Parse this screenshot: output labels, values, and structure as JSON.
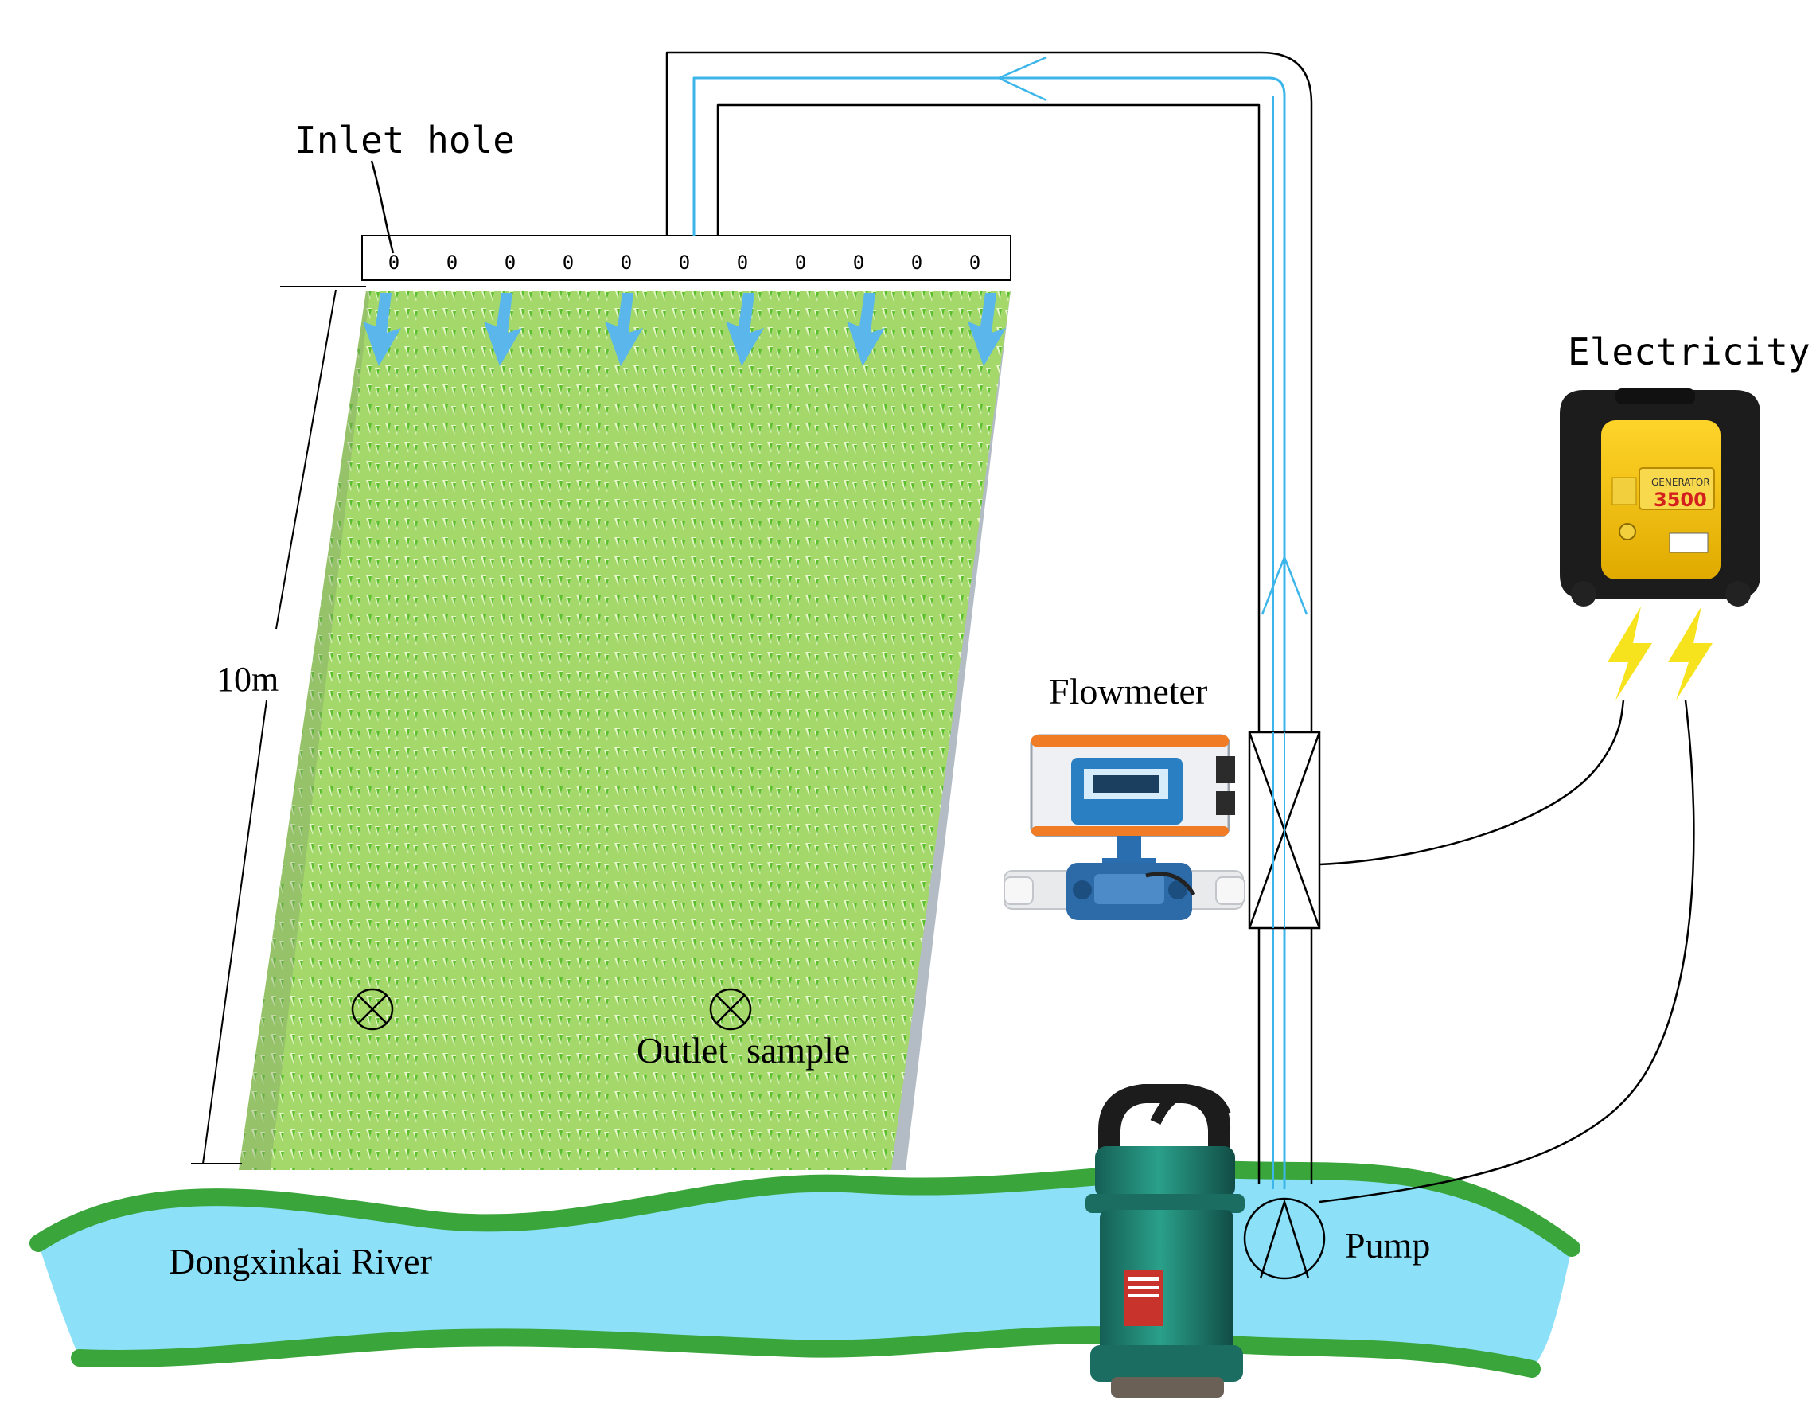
{
  "labels": {
    "inlet_hole": "Inlet hole",
    "height": "10m",
    "outlet_sample": "Outlet  sample",
    "flowmeter": "Flowmeter",
    "electricity": "Electricity",
    "pump": "Pump",
    "river": "Dongxinkai River"
  },
  "inlet_holes": 11,
  "inlet_hole_glyph": "0",
  "arrow_count": 6,
  "outlet_sample_points": 2,
  "colors": {
    "wall_green": "#a4d86a",
    "wall_mark": "#5bbf2e",
    "wall_side": "#b3bcc5",
    "flow_arrow": "#5bb6ec",
    "water_line": "#3cb6ea",
    "river_water": "#8ce0f8",
    "river_bank": "#3aa53a",
    "bolt_yellow": "#f6e21d",
    "generator_yellow": "#f5c400",
    "pump_teal": "#1f8a78",
    "flowmeter_blue": "#2a7fc2"
  },
  "icons": [
    "inlet-arrow-icon",
    "sample-point-icon",
    "valve-icon",
    "pump-symbol-icon",
    "lightning-bolt-icon",
    "generator-icon",
    "flowmeter-icon",
    "submersible-pump-icon"
  ]
}
